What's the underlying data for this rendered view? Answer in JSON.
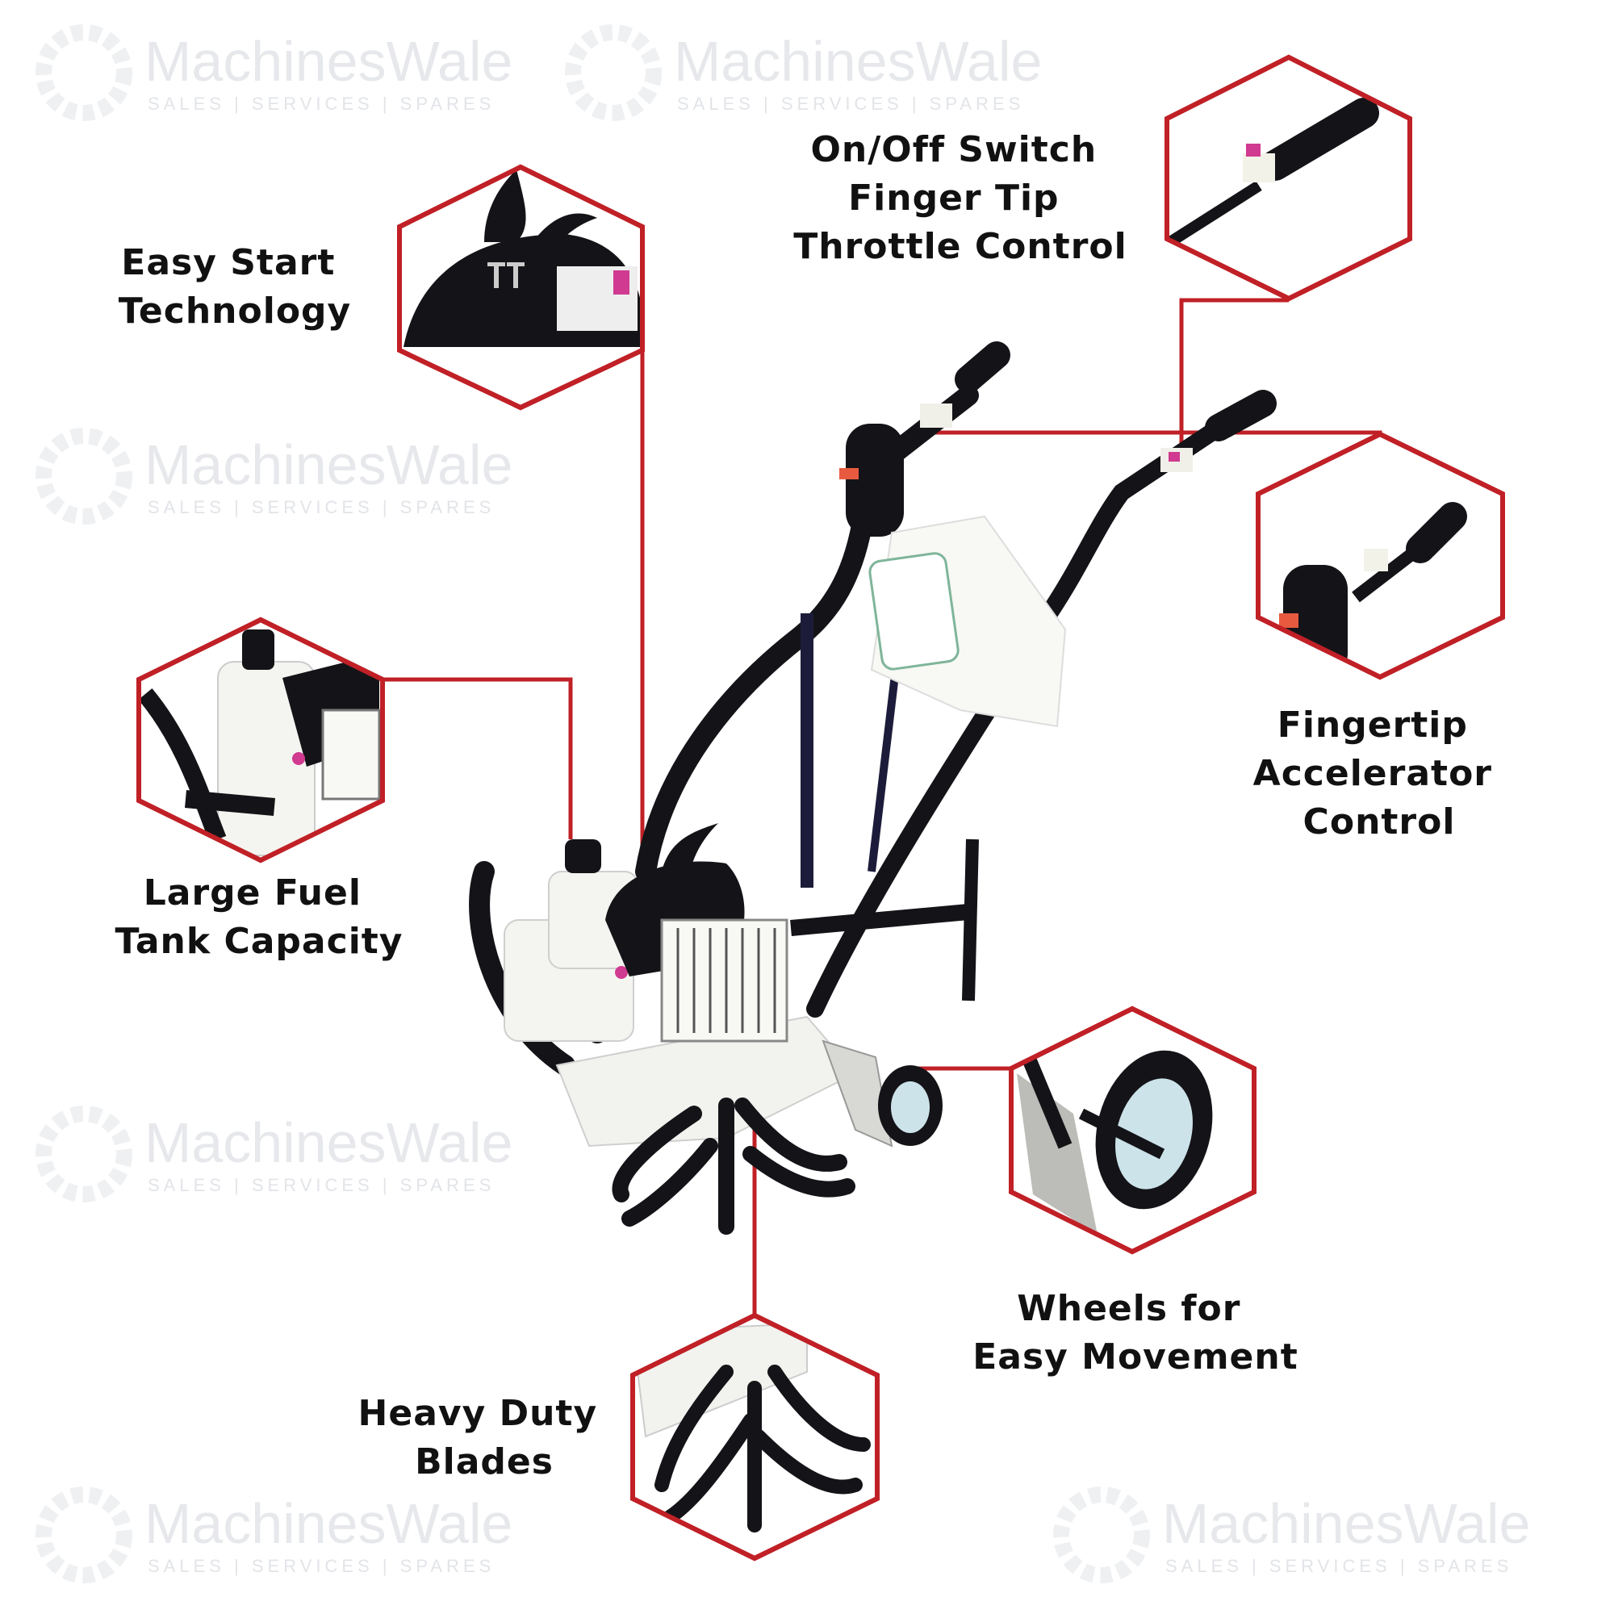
{
  "watermark": {
    "brand": "MachinesWale",
    "tagline": "SALES  |  SERVICES  |  SPARES"
  },
  "colors": {
    "accent": "#c02026",
    "text": "#111111",
    "machine": "#141418",
    "body": "#f2f2ee"
  },
  "features": [
    {
      "id": "easy-start",
      "lines": [
        "Easy Start",
        "Technology"
      ]
    },
    {
      "id": "on-off-switch",
      "lines": [
        "On/Off Switch",
        "Finger Tip",
        "Throttle Control"
      ]
    },
    {
      "id": "fingertip-accelerator",
      "lines": [
        "Fingertip",
        "Accelerator",
        "Control"
      ]
    },
    {
      "id": "fuel-tank",
      "lines": [
        "Large Fuel",
        "Tank Capacity"
      ]
    },
    {
      "id": "wheels",
      "lines": [
        "Wheels for",
        "Easy Movement"
      ]
    },
    {
      "id": "blades",
      "lines": [
        "Heavy Duty",
        "Blades"
      ]
    }
  ]
}
